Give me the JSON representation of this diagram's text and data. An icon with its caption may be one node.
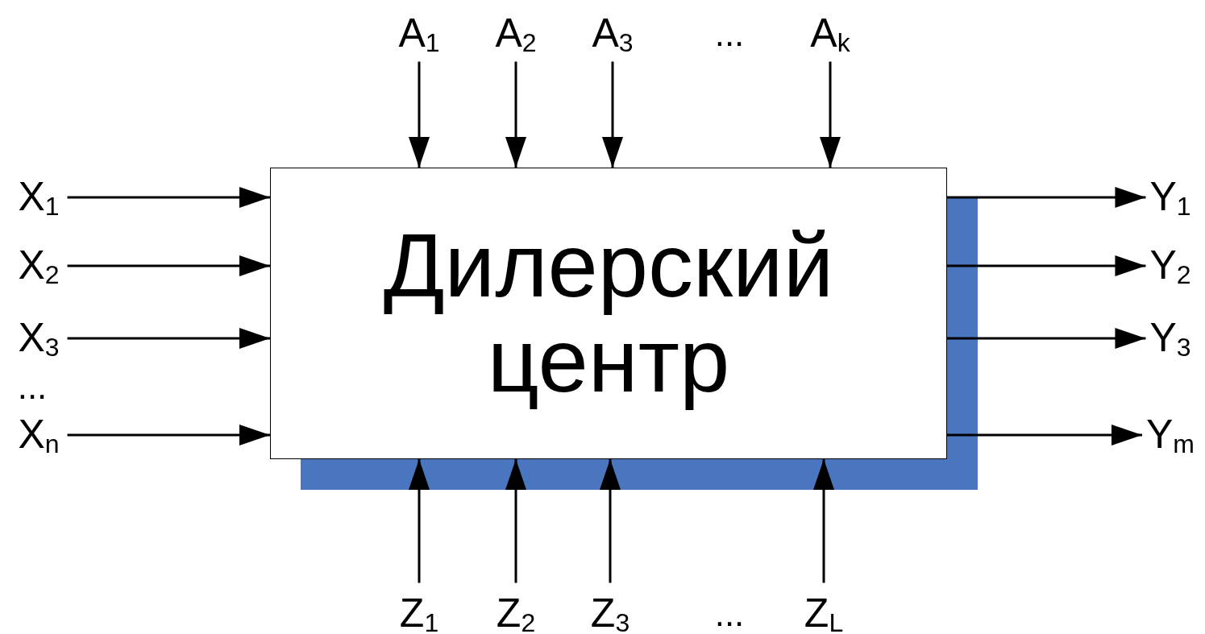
{
  "diagram": {
    "nodes": [
      {
        "text": [
          "Дилерский центр"
        ]
      },
      {
        "text": [
          "A$_{1}$"
        ]
      },
      {
        "text": [
          "A$_{2}$"
        ]
      },
      {
        "text": [
          "A$_{3}$"
        ]
      },
      {
        "text": [
          "A$_{k}$"
        ]
      },
      {
        "text": [
          "X$_{1}$"
        ]
      },
      {
        "text": [
          "X$_{2}$"
        ]
      },
      {
        "text": [
          "X$_{3}$"
        ]
      },
      {
        "text": [
          "X$_{n}$"
        ]
      },
      {
        "text": [
          "Y$_{1}$"
        ]
      },
      {
        "text": [
          "Y$_{2}$"
        ]
      },
      {
        "text": [
          "Y$_{3}$"
        ]
      },
      {
        "text": [
          "Y$_{m}$"
        ]
      },
      {
        "text": [
          "Z$_{1}$"
        ]
      },
      {
        "text": [
          "Z$_{2}$"
        ]
      },
      {
        "text": [
          "Z$_{3}$"
        ]
      },
      {
        "text": [
          "Z$_{L}$"
        ]
      }
    ],
    "edges": [
      {
        "from": 1,
        "to": 0,
        "arrow": "to"
      },
      {
        "from": 2,
        "to": 0,
        "arrow": "to"
      },
      {
        "from": 3,
        "to": 0,
        "arrow": "to"
      },
      {
        "from": 4,
        "to": 0,
        "arrow": "to"
      },
      {
        "from": 5,
        "to": 0,
        "arrow": "to"
      },
      {
        "from": 6,
        "to": 0,
        "arrow": "to"
      },
      {
        "from": 7,
        "to": 0,
        "arrow": "to"
      },
      {
        "from": 8,
        "to": 0,
        "arrow": "to"
      },
      {
        "from": 0,
        "to": 9,
        "arrow": "to"
      },
      {
        "from": 0,
        "to": 10,
        "arrow": "to"
      },
      {
        "from": 0,
        "to": 11,
        "arrow": "to"
      },
      {
        "from": 0,
        "to": 12,
        "arrow": "to"
      },
      {
        "from": 13,
        "to": 0,
        "arrow": "to"
      },
      {
        "from": 14,
        "to": 0,
        "arrow": "to"
      },
      {
        "from": 15,
        "to": 0,
        "arrow": "to"
      },
      {
        "from": 16,
        "to": 0,
        "arrow": "to"
      }
    ],
    "labels": [
      "...",
      "...",
      "..."
    ]
  }
}
